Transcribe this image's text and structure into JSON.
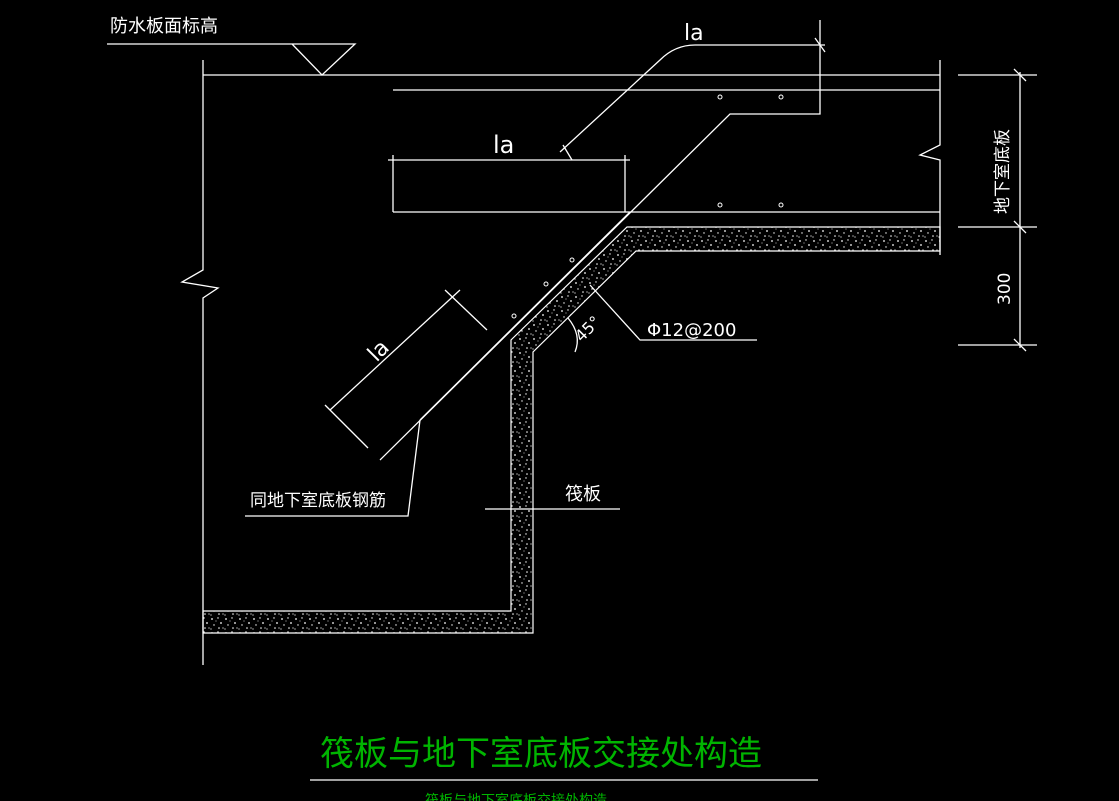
{
  "drawing": {
    "title": "筏板与地下室底板交接处构造",
    "subtitle": "筏板与地下室底板交接处构造",
    "labels": {
      "waterproof_elevation": "防水板面标高",
      "la": "la",
      "basement_slab": "地下室底板",
      "dim_300": "300",
      "rebar_spec": "Φ12@200",
      "angle": "45°",
      "same_rebar_note": "同地下室底板钢筋",
      "raft": "筏板"
    },
    "colors": {
      "background": "#000000",
      "lines": "#ffffff",
      "title": "#00b400",
      "underline": "#ffffff"
    }
  }
}
